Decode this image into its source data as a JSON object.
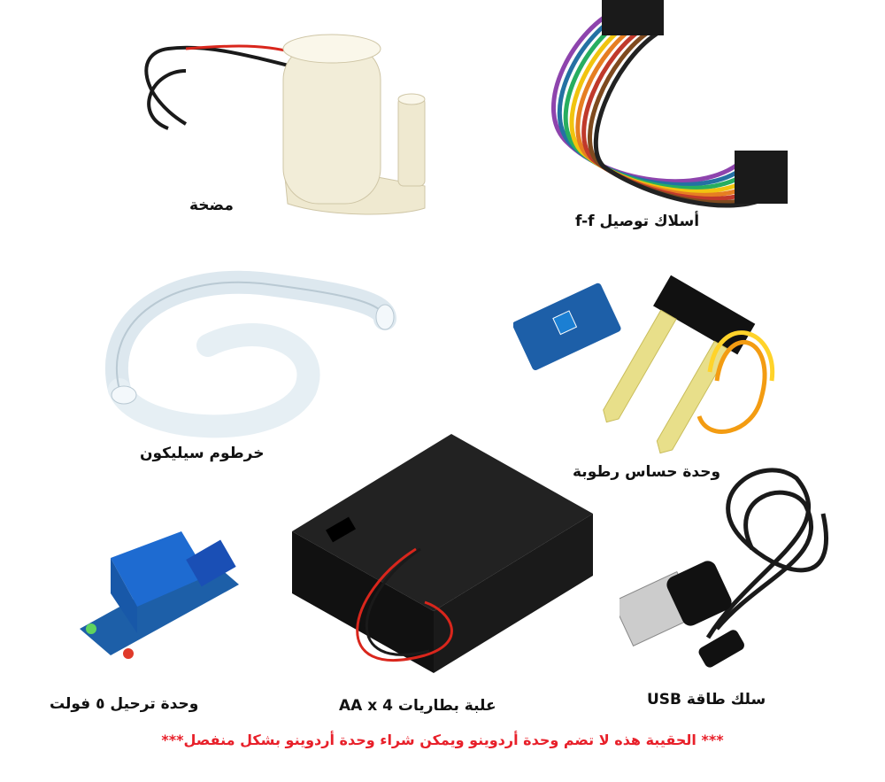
{
  "items": {
    "pump": {
      "label": "مضخة"
    },
    "jumper_wires": {
      "label": "أسلاك توصيل f-f"
    },
    "silicone_hose": {
      "label": "خرطوم سيليكون"
    },
    "moisture_sensor": {
      "label": "وحدة حساس رطوبة"
    },
    "relay": {
      "label": "وحدة ترحيل ٥ فولت"
    },
    "battery_holder": {
      "label": "علبة بطاريات AA x 4"
    },
    "usb_cable": {
      "label": "سلك طاقة USB"
    }
  },
  "footer": {
    "note": "*** الحقيبة هذه لا تضم وحدة أردوينو ويمكن شراء وحدة أردوينو بشكل منفصل***"
  },
  "colors": {
    "note_text": "#e8202a",
    "wire_red": "#d9261c",
    "wire_black": "#1a1a1a",
    "pcb_blue": "#1d5fa8",
    "relay_blue": "#1e6bd1",
    "probe_yellow": "#e8df8a"
  }
}
